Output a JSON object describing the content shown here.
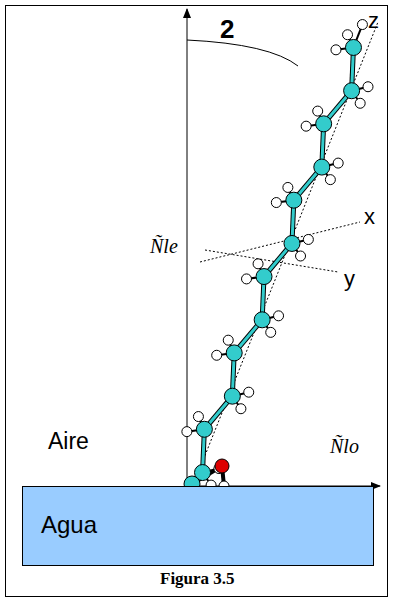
{
  "diagram": {
    "caption": "Figura 3.5",
    "nodes": [
      {
        "text": [
          "Agua"
        ]
      }
    ],
    "labels": [
      "2",
      "Ñle",
      "Ñlo",
      "z",
      "x",
      "y",
      "Aire"
    ]
  }
}
